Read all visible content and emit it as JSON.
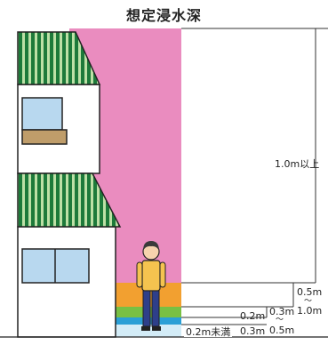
{
  "title": "想定浸水深",
  "depth_bands": [
    {
      "label": "1.0m以上",
      "color": "#ea8cbf"
    },
    {
      "label_top": "0.5m",
      "tilde": "〜",
      "label_bottom": "1.0m",
      "color": "#f2a030"
    },
    {
      "label_top": "0.3m",
      "tilde": "〜",
      "label_bottom": "0.5m",
      "color": "#78c043"
    },
    {
      "label_top": "0.2m",
      "tilde": "〜",
      "label_bottom": "0.3m",
      "color": "#2a9fd6"
    },
    {
      "label": "0.2m未満",
      "color": "#d3ecf7"
    }
  ],
  "icons": {
    "house": "house-icon",
    "person": "person-icon"
  }
}
